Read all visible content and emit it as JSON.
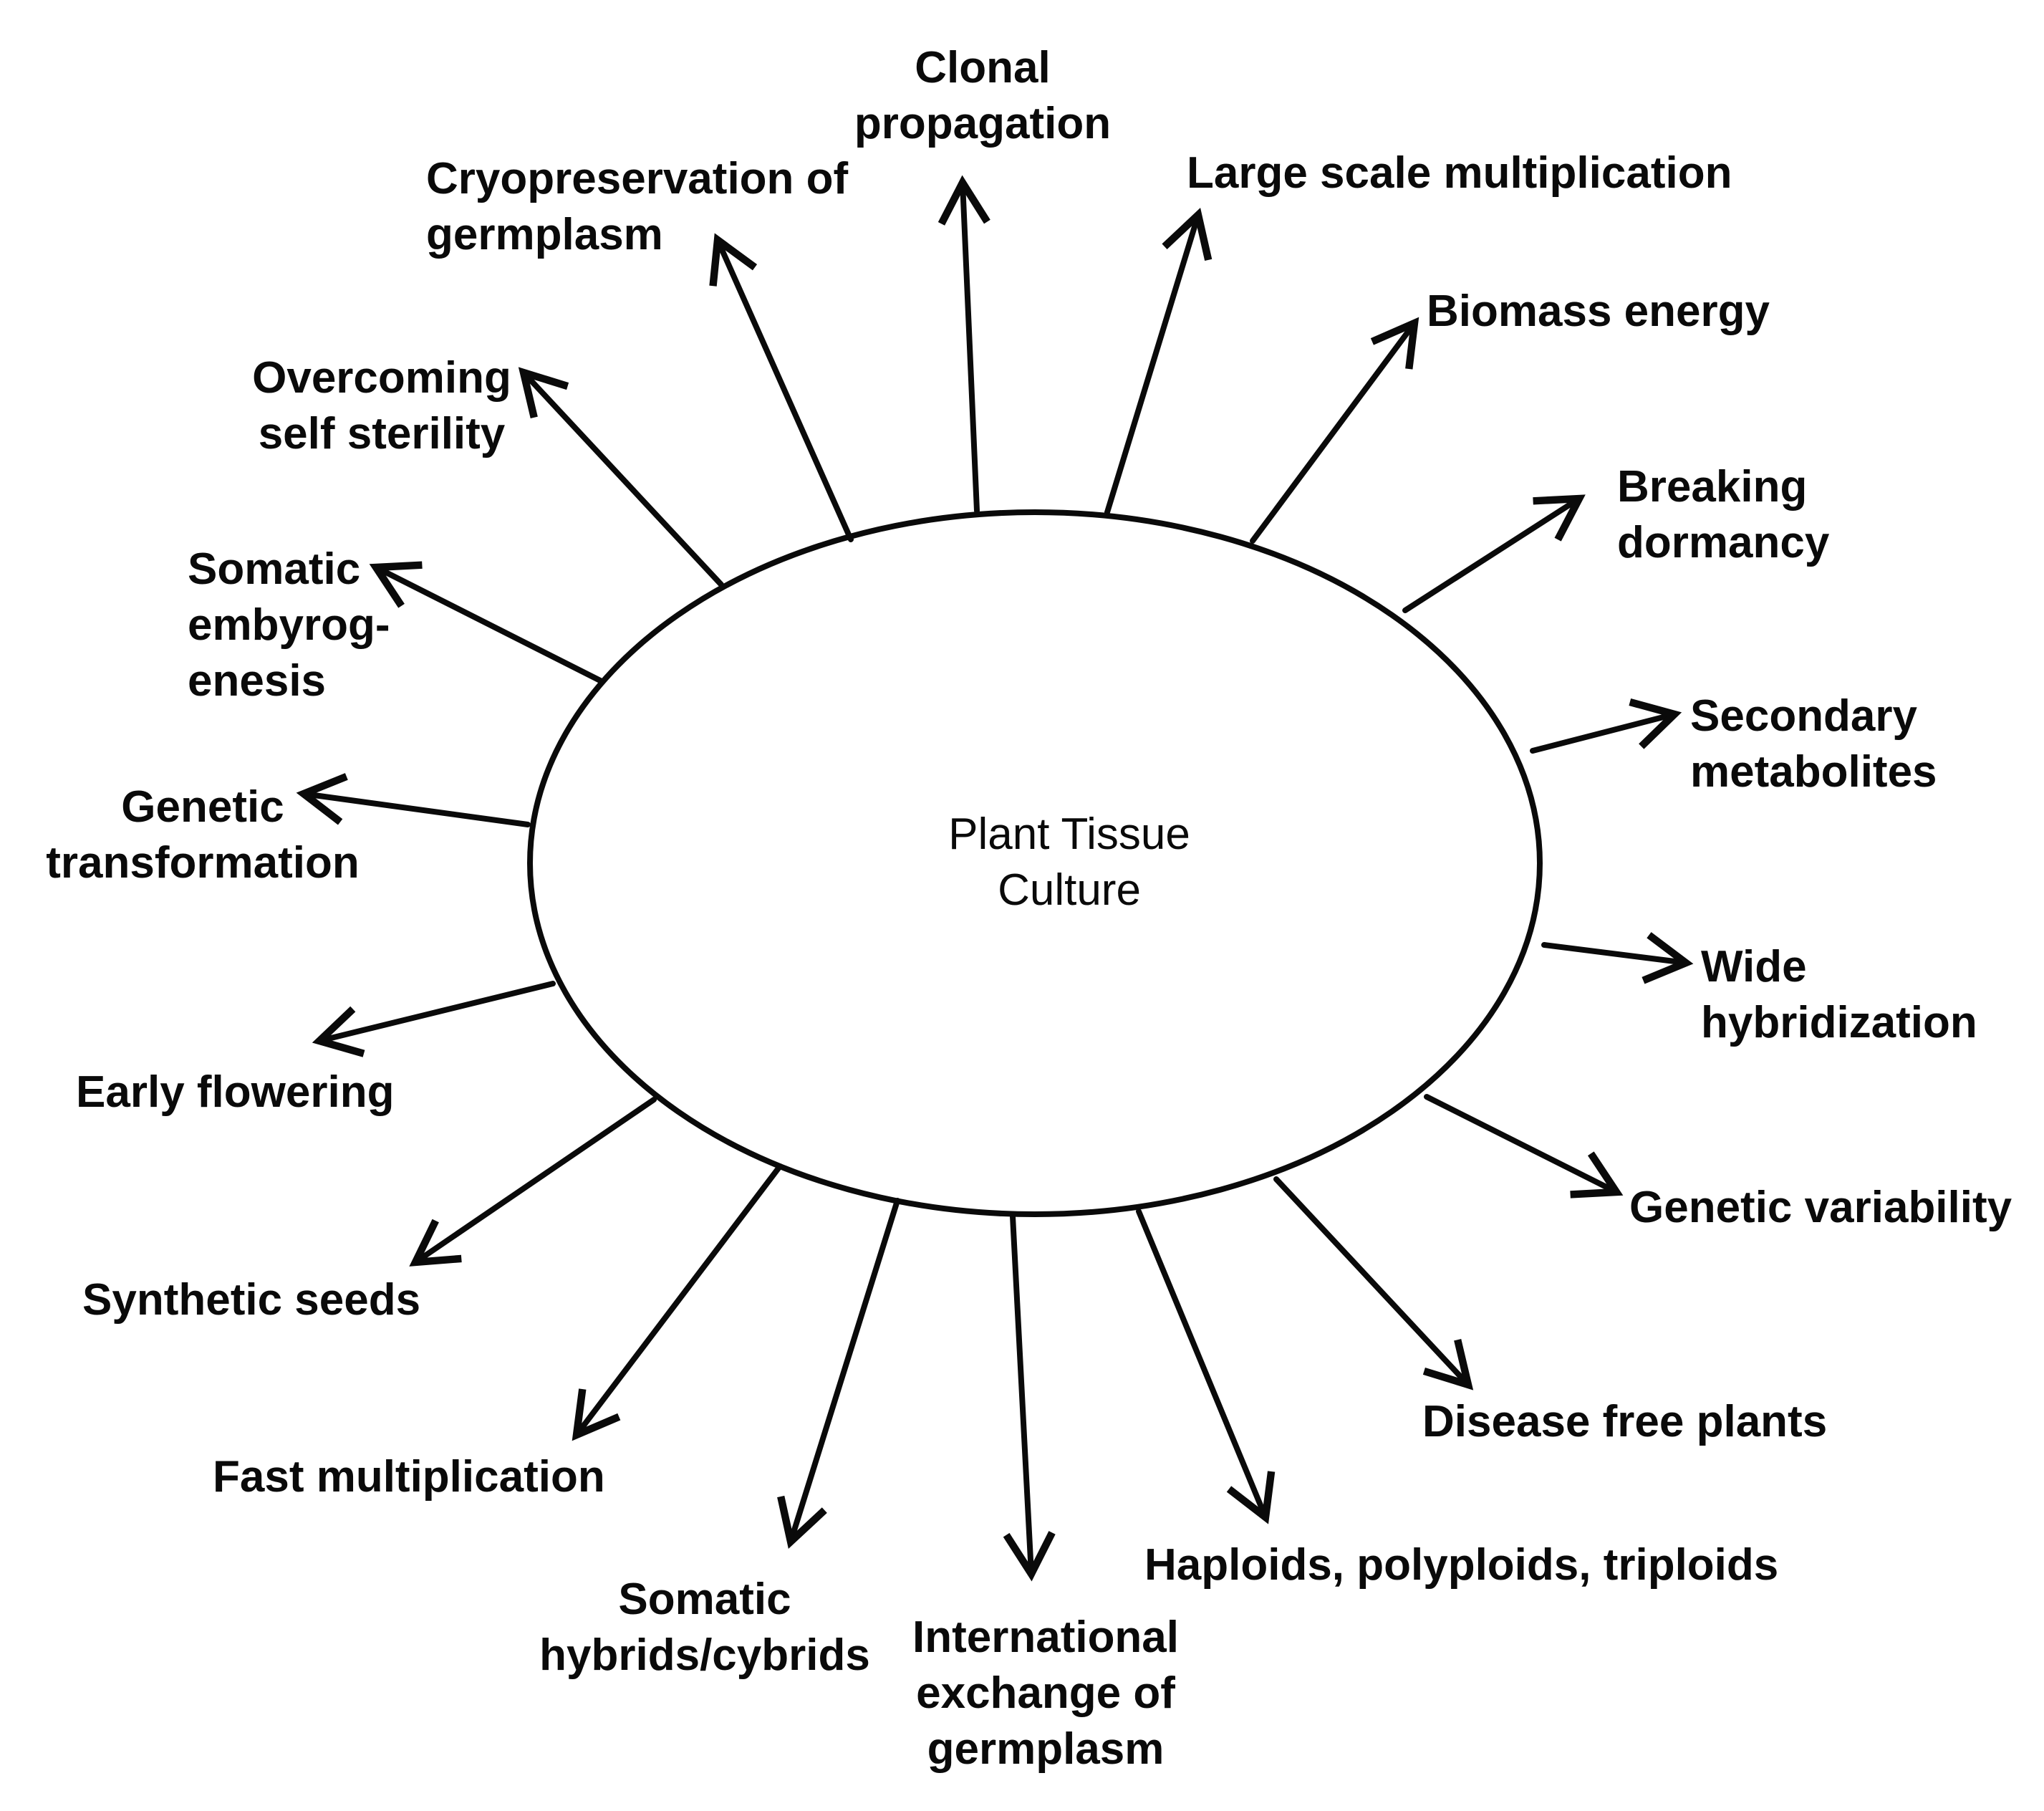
{
  "center": {
    "line1": "Plant Tissue",
    "line2": "Culture"
  },
  "applications": [
    {
      "id": "clonal-propagation",
      "lines": [
        "Clonal",
        "propagation"
      ]
    },
    {
      "id": "large-scale-multiplication",
      "lines": [
        "Large scale multiplication"
      ]
    },
    {
      "id": "biomass-energy",
      "lines": [
        "Biomass energy"
      ]
    },
    {
      "id": "breaking-dormancy",
      "lines": [
        "Breaking",
        "dormancy"
      ]
    },
    {
      "id": "secondary-metabolites",
      "lines": [
        "Secondary",
        "metabolites"
      ]
    },
    {
      "id": "wide-hybridization",
      "lines": [
        "Wide",
        "hybridization"
      ]
    },
    {
      "id": "genetic-variability",
      "lines": [
        "Genetic variability"
      ]
    },
    {
      "id": "disease-free-plants",
      "lines": [
        "Disease free plants"
      ]
    },
    {
      "id": "haploids-polyploids-triploids",
      "lines": [
        "Haploids, polyploids, triploids"
      ]
    },
    {
      "id": "international-exchange-of-germplasm",
      "lines": [
        "International",
        "exchange of",
        "germplasm"
      ]
    },
    {
      "id": "somatic-hybrids-cybrids",
      "lines": [
        "Somatic",
        "hybrids/cybrids"
      ]
    },
    {
      "id": "fast-multiplication",
      "lines": [
        "Fast multiplication"
      ]
    },
    {
      "id": "synthetic-seeds",
      "lines": [
        "Synthetic seeds"
      ]
    },
    {
      "id": "early-flowering",
      "lines": [
        "Early flowering"
      ]
    },
    {
      "id": "genetic-transformation",
      "lines": [
        "Genetic",
        "transformation"
      ]
    },
    {
      "id": "somatic-embryogenesis",
      "lines": [
        "Somatic",
        "embyrog-",
        "enesis"
      ]
    },
    {
      "id": "overcoming-self-sterility",
      "lines": [
        "Overcoming",
        "self sterility"
      ]
    },
    {
      "id": "cryopreservation-of-germplasm",
      "lines": [
        "Cryopreservation of",
        "germplasm"
      ]
    }
  ]
}
